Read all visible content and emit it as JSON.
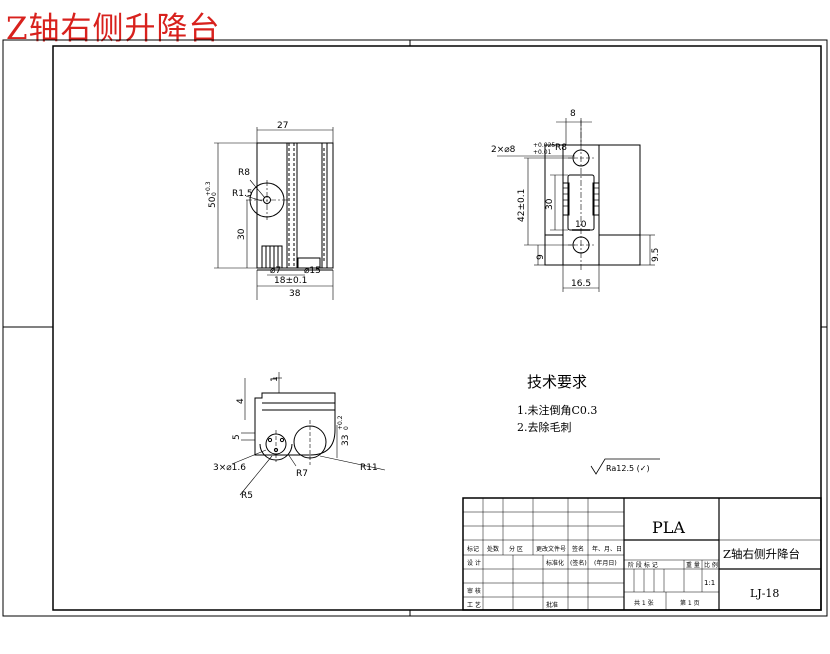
{
  "header": {
    "title": "Z轴右侧升降台"
  },
  "view_front": {
    "dims": [
      "27",
      "R8",
      "R1.5",
      "50",
      "+0.3",
      "0",
      "30",
      "⌀7",
      "⌀15",
      "18±0.1",
      "38"
    ]
  },
  "view_side": {
    "dims": [
      "8",
      "2×⌀8",
      "+0.025",
      "+0.01",
      "R8",
      "42±0.1",
      "30",
      "10",
      "9",
      "9.5",
      "16.5"
    ]
  },
  "view_top": {
    "dims": [
      "1",
      "4",
      "5",
      "3×⌀1.6",
      "R5",
      "R7",
      "33",
      "+0.2",
      "0",
      "R11"
    ]
  },
  "tech_req": {
    "heading": "技术要求",
    "items": [
      "1.未注倒角C0.3",
      "2.去除毛刺"
    ],
    "roughness": "Ra12.5 (✓)"
  },
  "title_block": {
    "material": "PLA",
    "part_name": "Z轴右侧升降台",
    "drawing_no": "LJ-18",
    "scale": "1:1",
    "sheet_info": [
      "共 1 张",
      "第 1 页"
    ],
    "row_labels": [
      "标记",
      "处数",
      "分 区",
      "更改文件号",
      "签名",
      "年、月、日"
    ],
    "left_labels": [
      "设 计",
      "审 核",
      "工 艺"
    ],
    "mid_labels": [
      "标准化",
      "(签名)",
      "(年月日)",
      "批准"
    ],
    "stage_labels": [
      "阶 段 标 记",
      "重 量",
      "比 例"
    ]
  }
}
